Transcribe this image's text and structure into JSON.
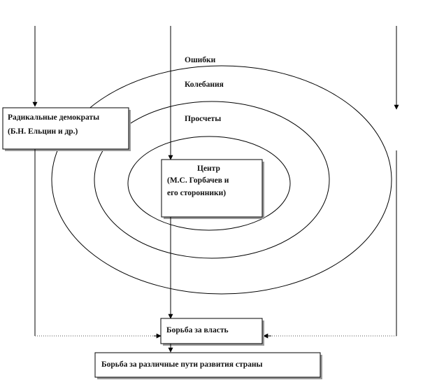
{
  "rings": {
    "outer": "Ошибки",
    "middle": "Колебания",
    "inner": "Просчеты"
  },
  "left_box": {
    "line1": "Радикальные демократы",
    "line2": "(Б.Н. Ельцин и др.)"
  },
  "center_box": {
    "line1": "Центр",
    "line2": "(М.С. Горбачев и",
    "line3": "его сторонники)"
  },
  "power_box": {
    "label": "Борьба за власть"
  },
  "paths_box": {
    "label": "Борьба за различные пути развития страны"
  }
}
